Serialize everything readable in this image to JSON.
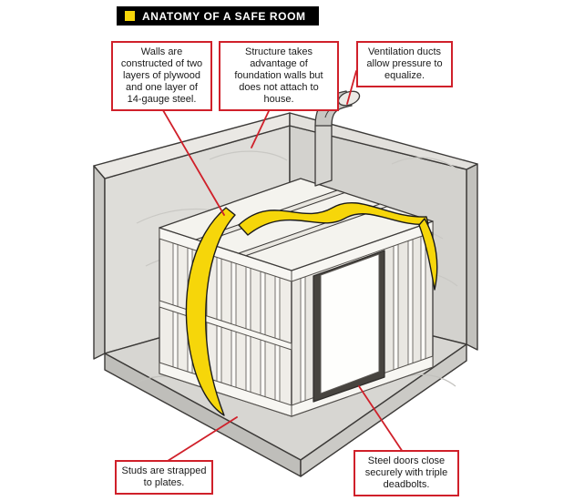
{
  "title": {
    "label": "ANATOMY OF A SAFE ROOM"
  },
  "callouts": {
    "walls": "Walls are constructed of two layers of plywood and one layer of 14-gauge steel.",
    "structure": "Structure takes advantage of foundation walls but does not attach to house.",
    "ventilation": "Ventilation ducts allow pressure to equalize.",
    "studs": "Studs are strapped to plates.",
    "door": "Steel doors close securely with triple deadbolts."
  },
  "colors": {
    "accent_red": "#d0202a",
    "highlight_yellow": "#f6d60a",
    "title_bg": "#000000",
    "wall_gray": "#dbdad6"
  }
}
